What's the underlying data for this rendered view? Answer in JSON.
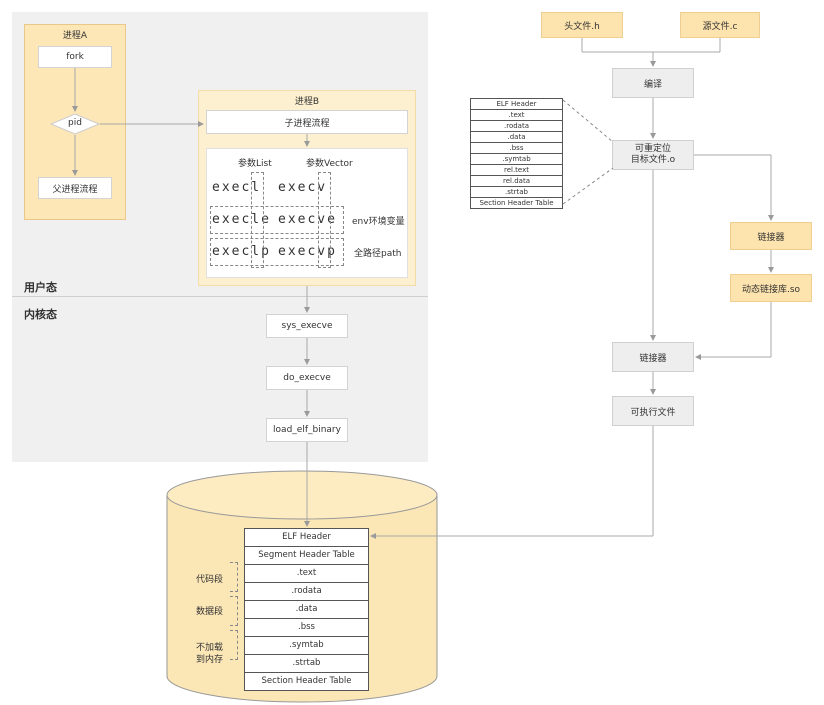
{
  "user_space": "用户态",
  "kernel_space": "内核态",
  "process_a": {
    "title": "进程A",
    "fork": "fork",
    "pid": "pid",
    "parent_flow": "父进程流程"
  },
  "process_b": {
    "title": "进程B",
    "child_flow": "子进程流程",
    "param_list": "参数List",
    "param_vector": "参数Vector",
    "rows": [
      {
        "left": "execl",
        "right": "execv",
        "label": ""
      },
      {
        "left": "execle",
        "right": "execve",
        "label": "env环境变量"
      },
      {
        "left": "execlp",
        "right": "execvp",
        "label": "全路径path"
      }
    ]
  },
  "kernel_calls": [
    "sys_execve",
    "do_execve",
    "load_elf_binary"
  ],
  "build": {
    "header_file": "头文件.h",
    "source_file": "源文件.c",
    "compile": "编译",
    "relocatable": [
      "可重定位",
      "目标文件.o"
    ],
    "linker_orange": "链接器",
    "shared_lib": "动态链接库.so",
    "linker": "链接器",
    "executable": "可执行文件"
  },
  "elf_relocatable_sections": [
    "ELF Header",
    ".text",
    ".rodata",
    ".data",
    ".bss",
    ".symtab",
    "rel.text",
    "rel.data",
    ".strtab",
    "Section Header Table"
  ],
  "elf_executable_sections": [
    "ELF Header",
    "Segment Header Table",
    ".text",
    ".rodata",
    ".data",
    ".bss",
    ".symtab",
    ".strtab",
    "Section Header Table"
  ],
  "segment_labels": {
    "code": "代码段",
    "data": "数据段",
    "not_loaded": [
      "不加载",
      "到内存"
    ]
  }
}
